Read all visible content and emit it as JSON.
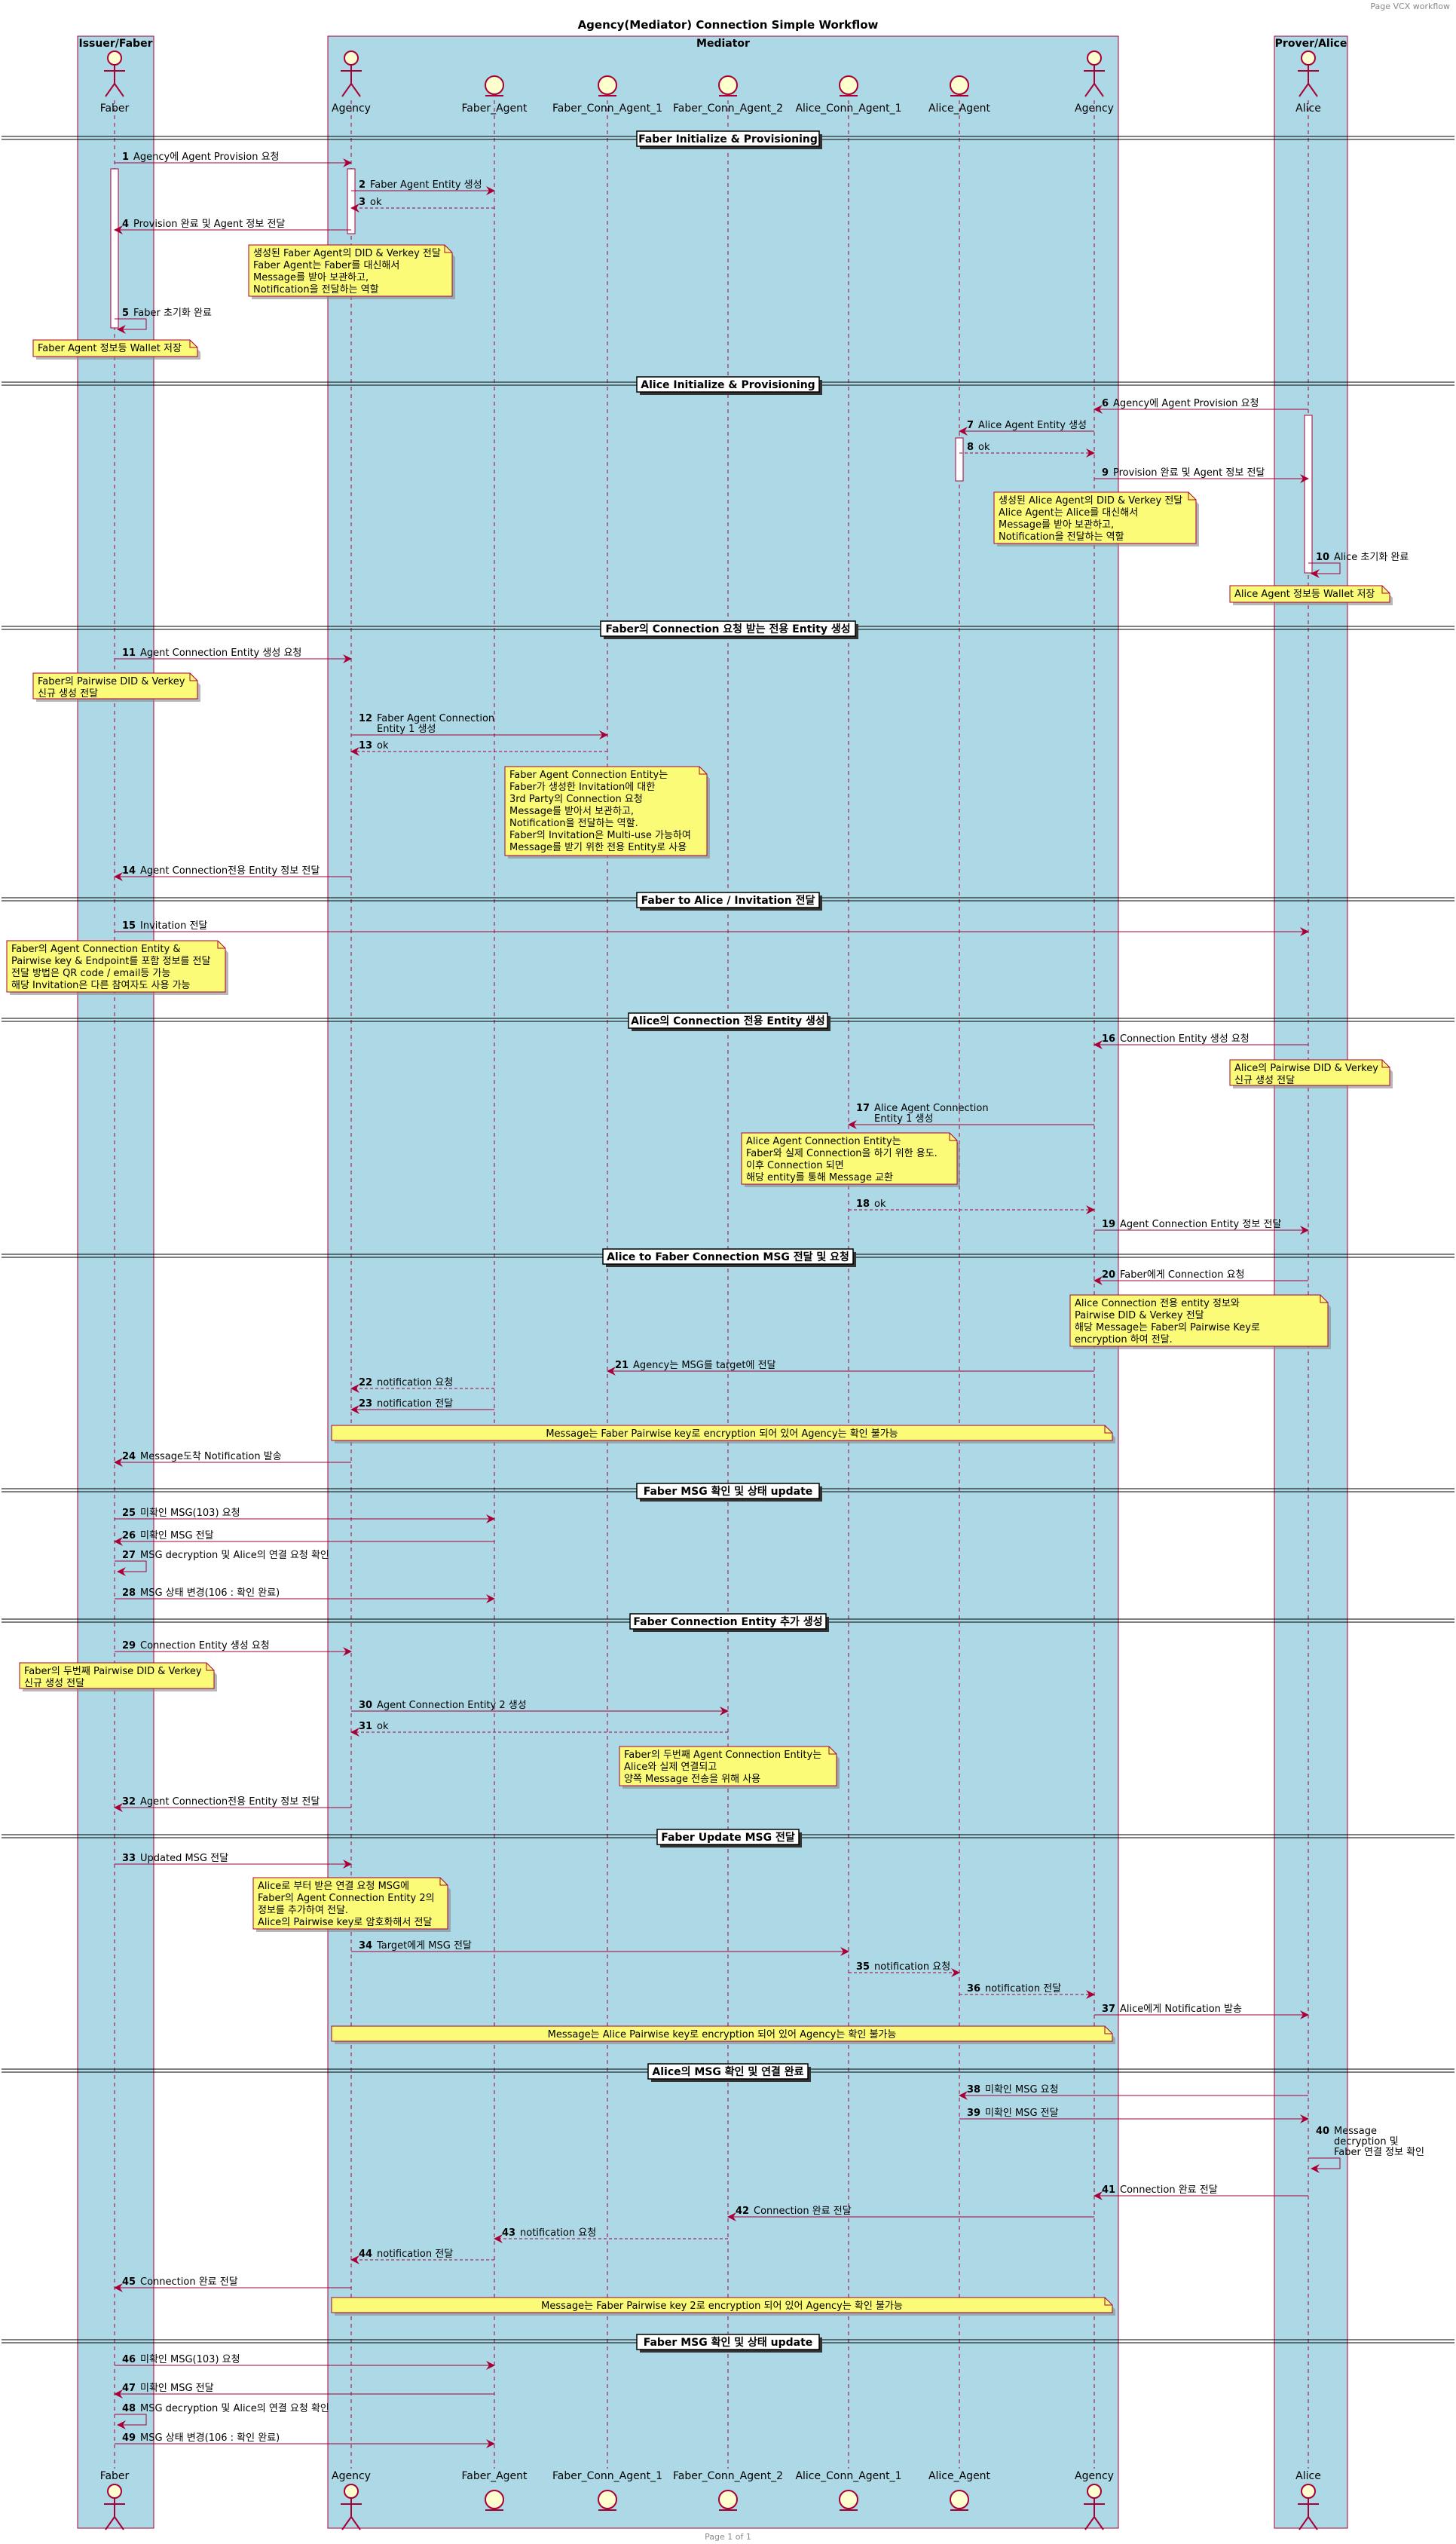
{
  "header": "Page VCX workflow",
  "footer": "Page 1 of 1",
  "title": "Agency(Mediator) Connection Simple Workflow",
  "boxes": [
    "Issuer/Faber",
    "Mediator",
    "Prover/Alice"
  ],
  "participants": [
    {
      "name": "Faber",
      "kind": "actor"
    },
    {
      "name": "Agency",
      "kind": "actor"
    },
    {
      "name": "Faber_Agent",
      "kind": "entity"
    },
    {
      "name": "Faber_Conn_Agent_1",
      "kind": "entity"
    },
    {
      "name": "Faber_Conn_Agent_2",
      "kind": "entity"
    },
    {
      "name": "Alice_Conn_Agent_1",
      "kind": "entity"
    },
    {
      "name": "Alice_Agent",
      "kind": "entity"
    },
    {
      "name": "Agency",
      "kind": "actor"
    },
    {
      "name": "Alice",
      "kind": "actor"
    }
  ],
  "sections": [
    "Faber Initialize & Provisioning",
    "Alice Initialize & Provisioning",
    "Faber의 Connection 요청 받는 전용 Entity 생성",
    "Faber to Alice /  Invitation 전달",
    "Alice의 Connection 전용 Entity 생성",
    "Alice to Faber Connection MSG 전달 및 요청",
    "Faber MSG 확인 및 상태 update",
    "Faber Connection Entity 추가 생성",
    "Faber Update MSG 전달",
    "Alice의 MSG 확인 및 연결 완료",
    "Faber MSG 확인 및 상태 update"
  ],
  "messages": [
    {
      "n": "1",
      "text": "Agency에 Agent Provision 요청"
    },
    {
      "n": "2",
      "text": "Faber Agent Entity 생성"
    },
    {
      "n": "3",
      "text": "ok"
    },
    {
      "n": "4",
      "text": "Provision 완료 및 Agent 정보 전달"
    },
    {
      "n": "5",
      "text": "Faber 초기화 완료"
    },
    {
      "n": "6",
      "text": "Agency에 Agent Provision 요청"
    },
    {
      "n": "7",
      "text": "Alice Agent Entity 생성"
    },
    {
      "n": "8",
      "text": "ok"
    },
    {
      "n": "9",
      "text": "Provision 완료 및 Agent 정보 전달"
    },
    {
      "n": "10",
      "text": "Alice 초기화 완료"
    },
    {
      "n": "11",
      "text": "Agent Connection Entity 생성 요청"
    },
    {
      "n": "12",
      "text": "Faber Agent Connection|Entity 1 생성"
    },
    {
      "n": "13",
      "text": "ok"
    },
    {
      "n": "14",
      "text": "Agent Connection전용 Entity 정보 전달"
    },
    {
      "n": "15",
      "text": "Invitation 전달"
    },
    {
      "n": "16",
      "text": "Connection Entity 생성 요청"
    },
    {
      "n": "17",
      "text": "Alice Agent Connection|Entity 1 생성"
    },
    {
      "n": "18",
      "text": "ok"
    },
    {
      "n": "19",
      "text": "Agent Connection Entity 정보 전달"
    },
    {
      "n": "20",
      "text": "Faber에게 Connection 요청"
    },
    {
      "n": "21",
      "text": "Agency는 MSG를 target에 전달"
    },
    {
      "n": "22",
      "text": "notification 요청"
    },
    {
      "n": "23",
      "text": "notification 전달"
    },
    {
      "n": "24",
      "text": "Message도착 Notification 발송"
    },
    {
      "n": "25",
      "text": "미확인 MSG(103) 요청"
    },
    {
      "n": "26",
      "text": "미확인 MSG 전달"
    },
    {
      "n": "27",
      "text": "MSG decryption 및 Alice의 연결 요청 확인"
    },
    {
      "n": "28",
      "text": "MSG 상태 변경(106 : 확인 완료)"
    },
    {
      "n": "29",
      "text": "Connection Entity 생성 요청"
    },
    {
      "n": "30",
      "text": "Agent Connection Entity 2 생성"
    },
    {
      "n": "31",
      "text": "ok"
    },
    {
      "n": "32",
      "text": "Agent Connection전용 Entity 정보 전달"
    },
    {
      "n": "33",
      "text": "Updated MSG 전달"
    },
    {
      "n": "34",
      "text": "Target에게 MSG 전달"
    },
    {
      "n": "35",
      "text": "notification 요청"
    },
    {
      "n": "36",
      "text": "notification 전달"
    },
    {
      "n": "37",
      "text": "Alice에게 Notification 발송"
    },
    {
      "n": "38",
      "text": "미확인 MSG 요청"
    },
    {
      "n": "39",
      "text": "미확인 MSG 전달"
    },
    {
      "n": "40",
      "text": "Message|decryption 및|Faber 연결 정보 확인"
    },
    {
      "n": "41",
      "text": "Connection 완료 전달"
    },
    {
      "n": "42",
      "text": "Connection 완료 전달"
    },
    {
      "n": "43",
      "text": "notification 요청"
    },
    {
      "n": "44",
      "text": "notification 전달"
    },
    {
      "n": "45",
      "text": "Connection 완료 전달"
    },
    {
      "n": "46",
      "text": "미확인 MSG(103) 요청"
    },
    {
      "n": "47",
      "text": "미확인 MSG 전달"
    },
    {
      "n": "48",
      "text": "MSG decryption 및 Alice의 연결 요청 확인"
    },
    {
      "n": "49",
      "text": "MSG 상태 변경(106 : 확인 완료)"
    }
  ],
  "notes": [
    "생성된 Faber Agent의 DID & Verkey 전달|Faber Agent는 Faber를 대신해서|Message를 받아 보관하고,|Notification을 전달하는 역할",
    "Faber Agent 정보등 Wallet 저장",
    "생성된 Alice Agent의 DID & Verkey 전달|Alice Agent는 Alice를 대신해서|Message를 받아 보관하고,|Notification을 전달하는 역할",
    "Alice Agent 정보등 Wallet 저장",
    "Faber의 Pairwise DID & Verkey|신규 생성 전달",
    "Faber Agent Connection Entity는|Faber가 생성한 Invitation에 대한|3rd Party의 Connection 요청|Message를 받아서 보관하고,|Notification을 전달하는 역할.|Faber의 Invitation은 Multi-use 가능하여|Message를 받기 위한 전용 Entity로 사용",
    "Faber의 Agent Connection Entity &|Pairwise key & Endpoint를 포함 정보를 전달|전달 방법은 QR code / email등 가능|해당 Invitation은 다른 참여자도 사용 가능",
    "Alice의 Pairwise DID & Verkey|신규 생성 전달",
    "Alice Agent Connection Entity는|Faber와 실제 Connection을 하기 위한 용도.|이후 Connection 되면|해당 entity를 통해 Message 교환",
    "Alice Connection 전용 entity 정보와|Pairwise DID & Verkey 전달|해당 Message는 Faber의 Pairwise Key로|encryption 하여 전달.",
    "Message는 Faber Pairwise key로 encryption 되어 있어 Agency는 확인 불가능",
    "Faber의 두번째 Pairwise DID & Verkey|신규 생성 전달",
    "Faber의 두번째 Agent Connection Entity는|Alice와 실제 연결되고|양쪽 Message 전송을 위해 사용",
    "Alice로 부터 받은 연결 요청 MSG에|Faber의 Agent Connection Entity 2의|정보를 추가하여 전달.|Alice의 Pairwise key로 암호화해서 전달",
    "Message는 Alice Pairwise key로 encryption 되어 있어 Agency는 확인 불가능",
    "Message는 Faber Pairwise key 2로 encryption 되어 있어 Agency는 확인 불가능"
  ],
  "colors": {
    "box_fill": "#ADD8E6",
    "box_border": "#A80036",
    "arrow": "#A80036",
    "note_fill": "#FBFB77",
    "lifeline": "#A80036"
  }
}
